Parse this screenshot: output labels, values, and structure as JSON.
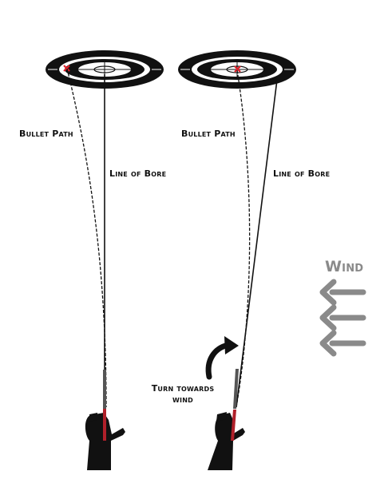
{
  "labels": {
    "left_bullet_path": "Bullet Path",
    "left_line_of_bore": "Line of Bore",
    "right_bullet_path": "Bullet Path",
    "right_line_of_bore": "Line of Bore",
    "turn_towards_wind": "Turn towards wind",
    "wind": "Wind"
  },
  "colors": {
    "ink": "#111111",
    "target_ring": "#111111",
    "impact_mark": "#e0202a",
    "wind_arrows": "#8a8a8a",
    "rifle_accent": "#b0202a"
  },
  "icons": {
    "target": "target-icon",
    "impact": "x-mark-icon",
    "shooter": "shooter-silhouette-icon",
    "turn": "curved-arrow-icon",
    "wind": "left-arrow-icon"
  }
}
